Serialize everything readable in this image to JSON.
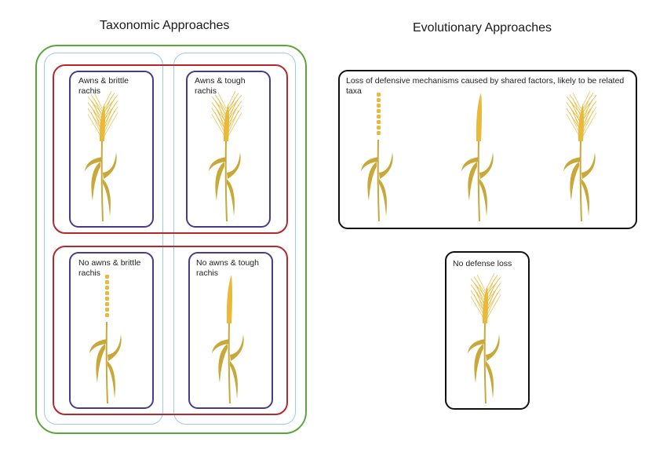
{
  "taxonomic": {
    "title": "Taxonomic Approaches",
    "panels": [
      {
        "label": "Awns & brittle rachis"
      },
      {
        "label": "Awns & tough rachis"
      },
      {
        "label": "No awns & brittle rachis"
      },
      {
        "label": "No awns & tough rachis"
      }
    ]
  },
  "evolutionary": {
    "title": "Evolutionary Approaches",
    "loss_label": "Loss of defensive mechanisms caused by shared factors, likely to be related taxa",
    "no_loss_label": "No defense loss"
  },
  "colors": {
    "outer_group": "#5aa63c",
    "column_group": "#9fcbe6",
    "row_group": "#b7282e",
    "panel": "#4a3a8c",
    "evo_box": "#111111",
    "spike": "#e8b93a",
    "stem": "#c9a83a"
  },
  "icons": [
    "wheat-plant-icon"
  ]
}
